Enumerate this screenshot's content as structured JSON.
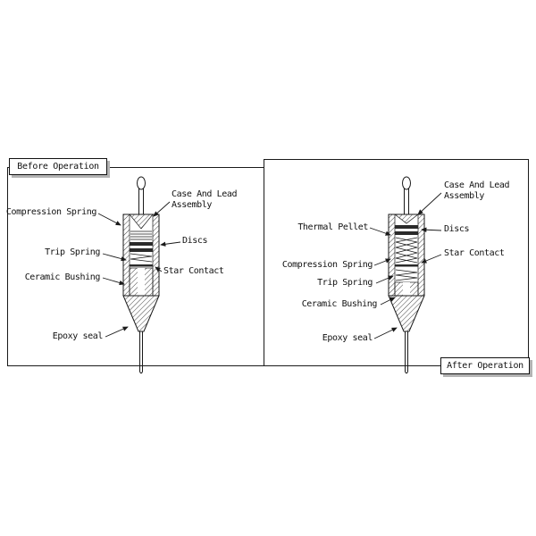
{
  "figure": {
    "background": "#ffffff",
    "line_color": "#1a1a1a",
    "shadow_color": "#b3b3b3"
  },
  "panels": {
    "before": {
      "tab_label": "Before Operation",
      "labels": {
        "compression_spring": "Compression Spring",
        "trip_spring": "Trip Spring",
        "ceramic_bushing": "Ceramic Bushing",
        "epoxy_seal": "Epoxy seal",
        "case_and_lead_assembly": "Case And Lead Assembly",
        "discs": "Discs",
        "star_contact": "Star Contact"
      }
    },
    "after": {
      "tab_label": "After Operation",
      "labels": {
        "case_and_lead_assembly": "Case And Lead Assembly",
        "thermal_pellet": "Thermal Pellet",
        "discs": "Discs",
        "star_contact": "Star Contact",
        "compression_spring": "Compression Spring",
        "trip_spring": "Trip Spring",
        "ceramic_bushing": "Ceramic Bushing",
        "epoxy_seal": "Epoxy seal"
      }
    }
  }
}
